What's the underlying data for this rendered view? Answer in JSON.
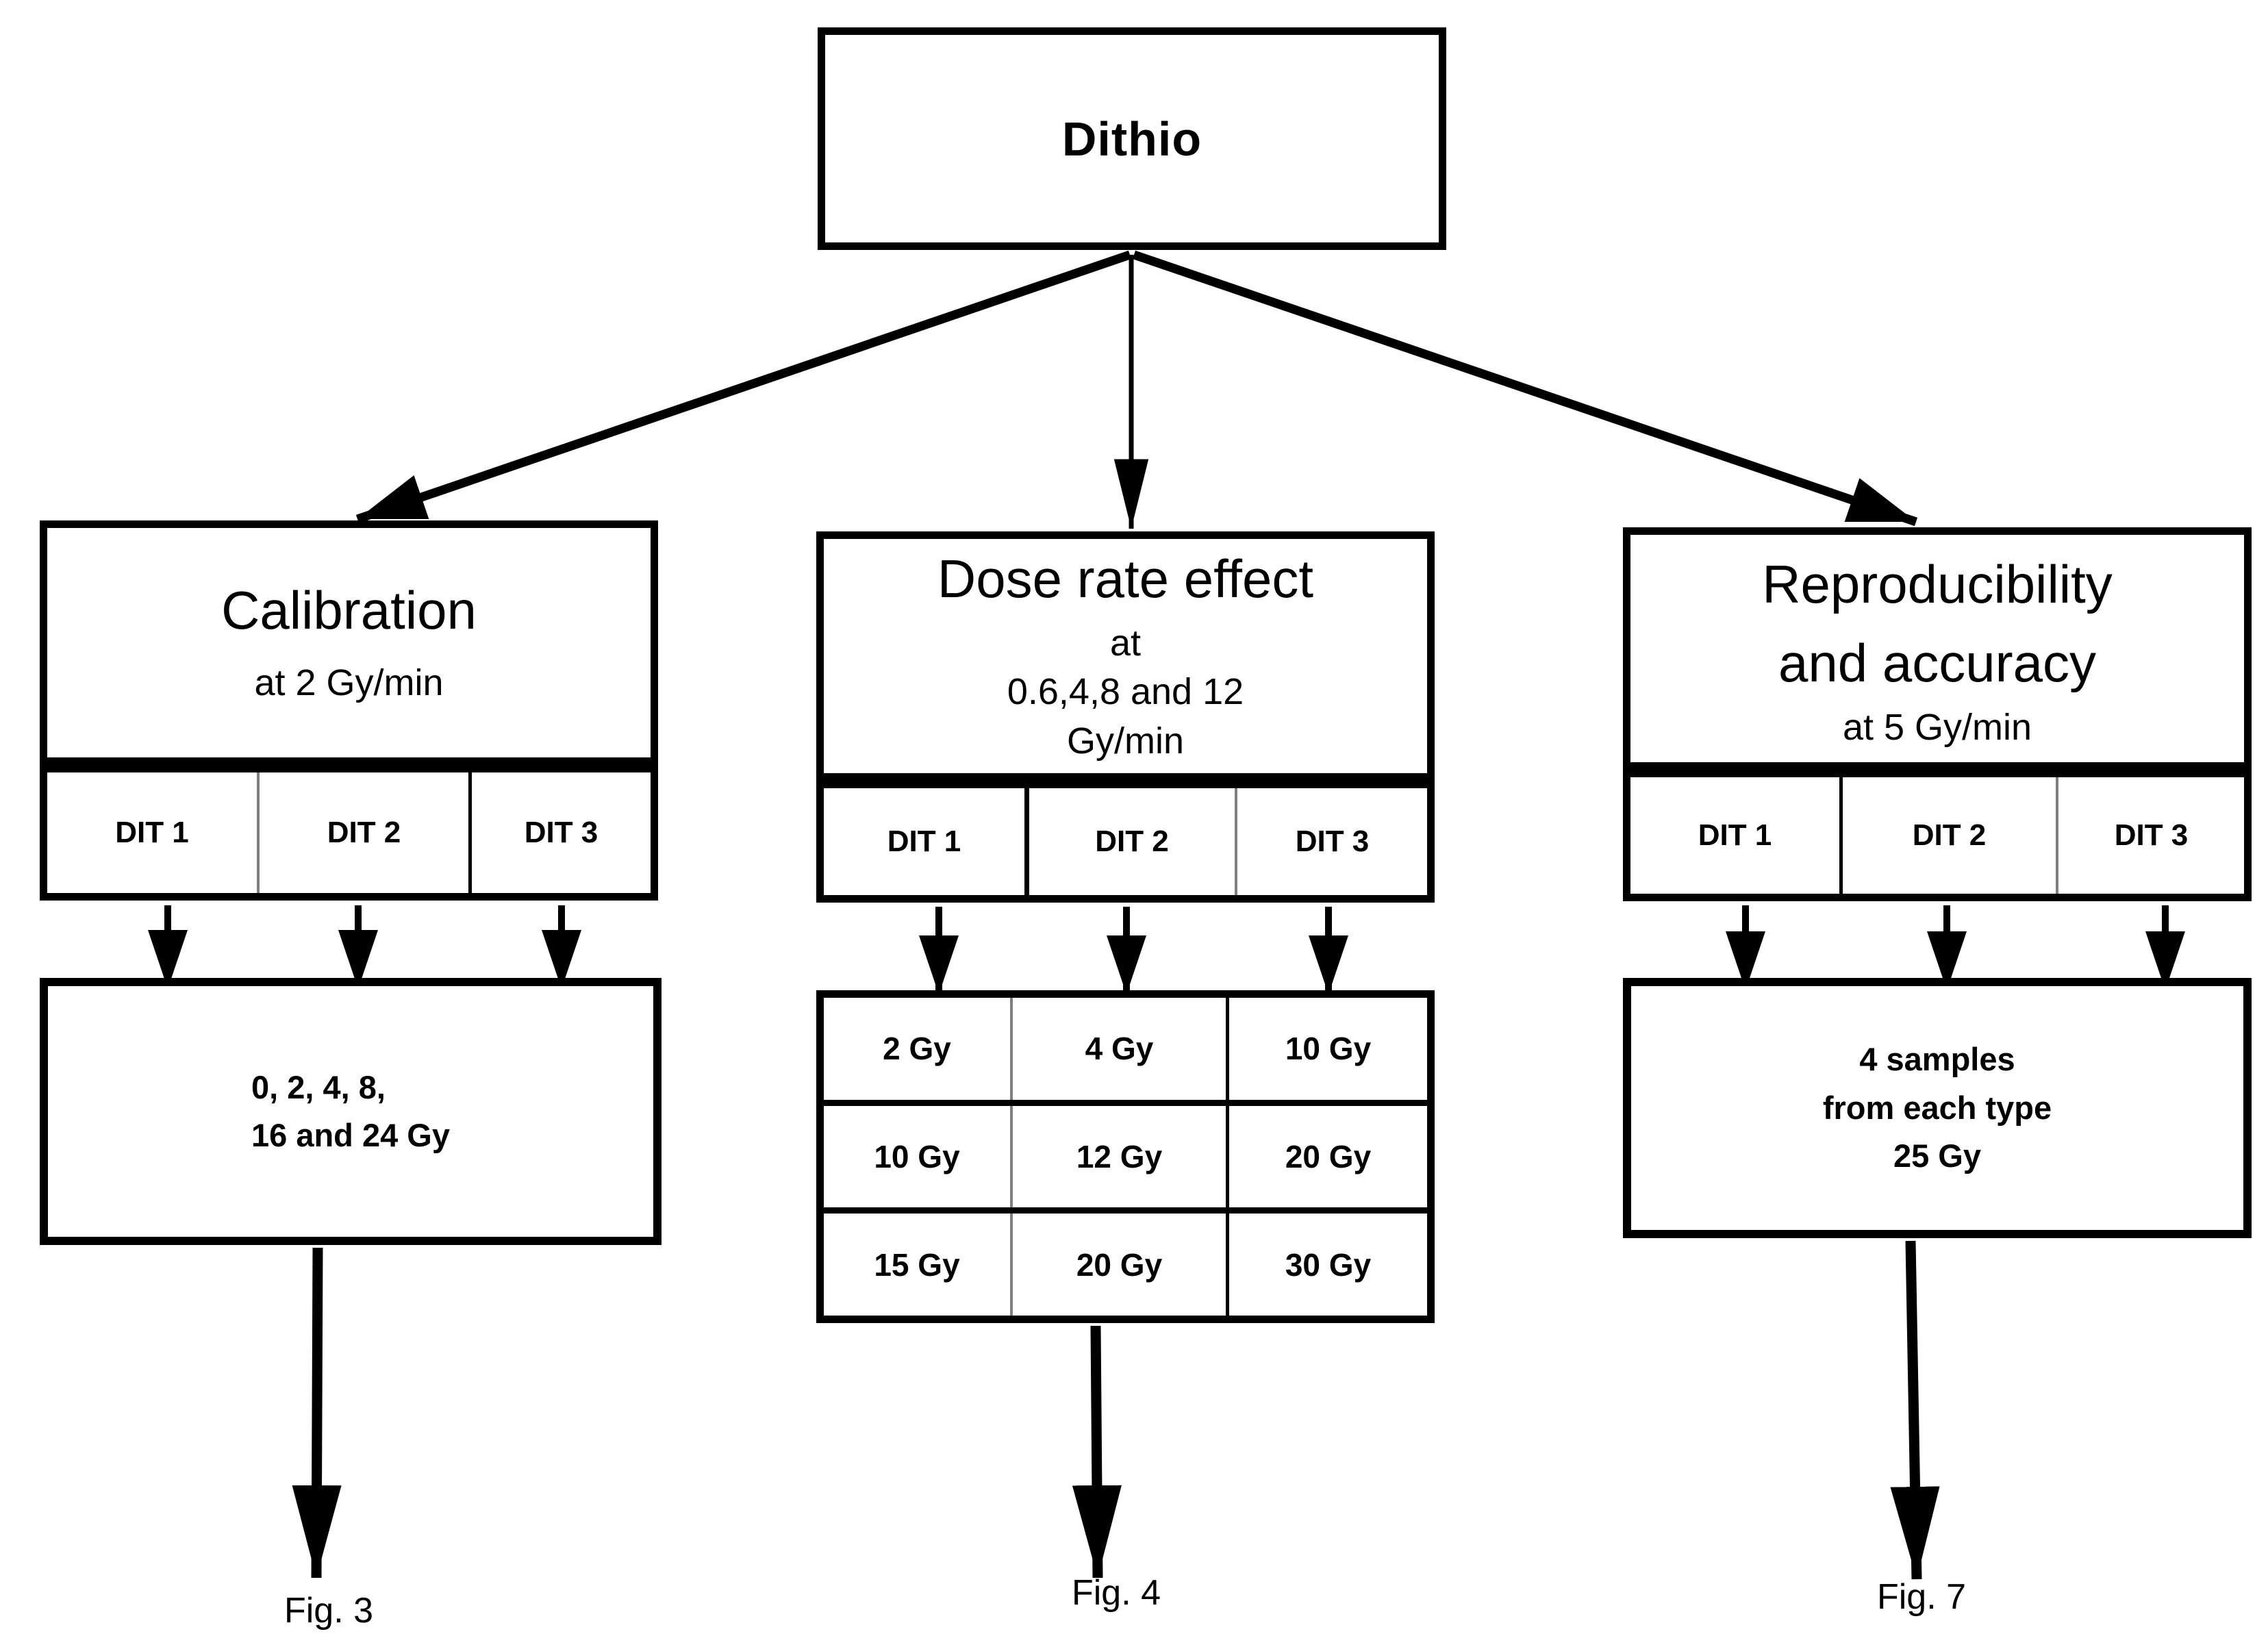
{
  "diagram": {
    "root_label": "Dithio",
    "branches": [
      {
        "title_lines": [
          "Calibration"
        ],
        "subtitle_lines": [
          "at 2 Gy/min"
        ],
        "dit_labels": [
          "DIT 1",
          "DIT 2",
          "DIT 3"
        ],
        "result_lines": [
          "0, 2, 4, 8,",
          "16 and 24 Gy"
        ],
        "fig_label": "Fig. 3"
      },
      {
        "title_lines": [
          "Dose rate effect"
        ],
        "subtitle_lines": [
          "at",
          "0.6,4,8 and 12",
          "Gy/min"
        ],
        "dit_labels": [
          "DIT 1",
          "DIT 2",
          "DIT 3"
        ],
        "dose_grid": [
          [
            "2 Gy",
            "4 Gy",
            "10 Gy"
          ],
          [
            "10 Gy",
            "12 Gy",
            "20 Gy"
          ],
          [
            "15 Gy",
            "20 Gy",
            "30 Gy"
          ]
        ],
        "fig_label": "Fig. 4"
      },
      {
        "title_lines": [
          "Reproducibility",
          "and accuracy"
        ],
        "subtitle_lines": [
          "at 5 Gy/min"
        ],
        "dit_labels": [
          "DIT 1",
          "DIT 2",
          "DIT 3"
        ],
        "result_lines": [
          "4 samples",
          "from each type",
          "25 Gy"
        ],
        "fig_label": "Fig. 7"
      }
    ],
    "colors": {
      "ink": "#000000",
      "divider_gray": "#7f7f7f",
      "background": "#ffffff"
    }
  }
}
